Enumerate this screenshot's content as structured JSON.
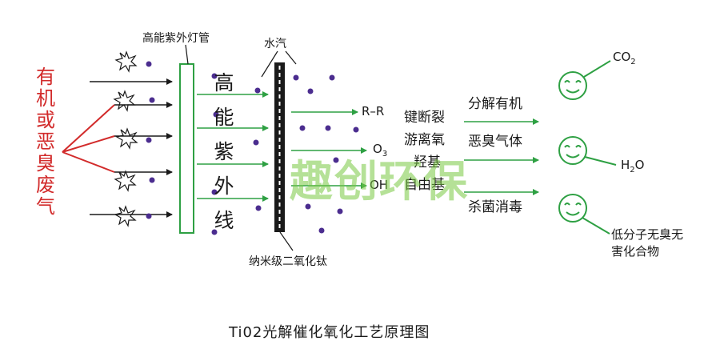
{
  "source_gas": "有机或恶臭废气",
  "lamp_label": "高能紫外灯管",
  "water_label": "水汽",
  "uv_text": "高能紫外线",
  "catalyst_label": "纳米级二氧化钛",
  "radicals": {
    "rr": "R–R",
    "o3_symbol": "O",
    "o3_sub": "3",
    "oh": "OH"
  },
  "mechanisms": {
    "bond_break": "键断裂",
    "oxygen": "游离氧",
    "hydroxyl": "羟基",
    "free_radical": "自由基"
  },
  "effects": {
    "decompose": "分解有机",
    "odor": "恶臭气体",
    "sterilize": "杀菌消毒"
  },
  "products": {
    "co2_main": "CO",
    "co2_sub": "2",
    "h2o_h": "H",
    "h2o_sub": "2",
    "h2o_o": "O",
    "harmless": "低分子无臭无害化合物"
  },
  "caption": "Ti02光解催化氧化工艺原理图",
  "watermark": "趣创环保",
  "colors": {
    "red": "#d22b2b",
    "green": "#2ea043",
    "purple": "#4b2d8f",
    "black": "#1a1a1a"
  }
}
